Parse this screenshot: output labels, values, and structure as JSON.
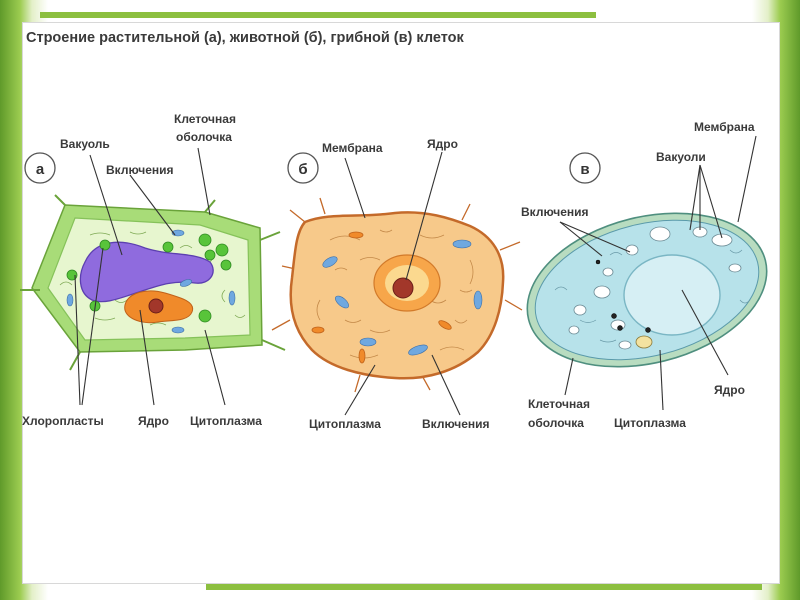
{
  "title": "Строение растительной (а), животной (б), грибной (в) клеток",
  "colors": {
    "frame_green": "#8cbf3f",
    "plant_wall": "#a8dc78",
    "plant_cytoplasm": "#e7f6cf",
    "vacuole_purple": "#8f6bde",
    "nucleus_orange": "#f08a2a",
    "animal_cytoplasm": "#f7c98a",
    "fungus_cytoplasm": "#b7e2ea",
    "fungus_vacuole": "#d6eff4"
  },
  "cells": {
    "plant": {
      "badge": "а",
      "labels": {
        "vacuole": "Вакуоль",
        "inclusions": "Включения",
        "wall_1": "Клеточная",
        "wall_2": "оболочка",
        "chloroplasts": "Хлоропласты",
        "nucleus": "Ядро",
        "cytoplasm": "Цитоплазма"
      }
    },
    "animal": {
      "badge": "б",
      "labels": {
        "membrane": "Мембрана",
        "nucleus": "Ядро",
        "cytoplasm": "Цитоплазма",
        "inclusions": "Включения"
      }
    },
    "fungus": {
      "badge": "в",
      "labels": {
        "membrane": "Мембрана",
        "vacuoles": "Вакуоли",
        "inclusions": "Включения",
        "wall_1": "Клеточная",
        "wall_2": "оболочка",
        "cytoplasm": "Цитоплазма",
        "nucleus": "Ядро"
      }
    }
  }
}
